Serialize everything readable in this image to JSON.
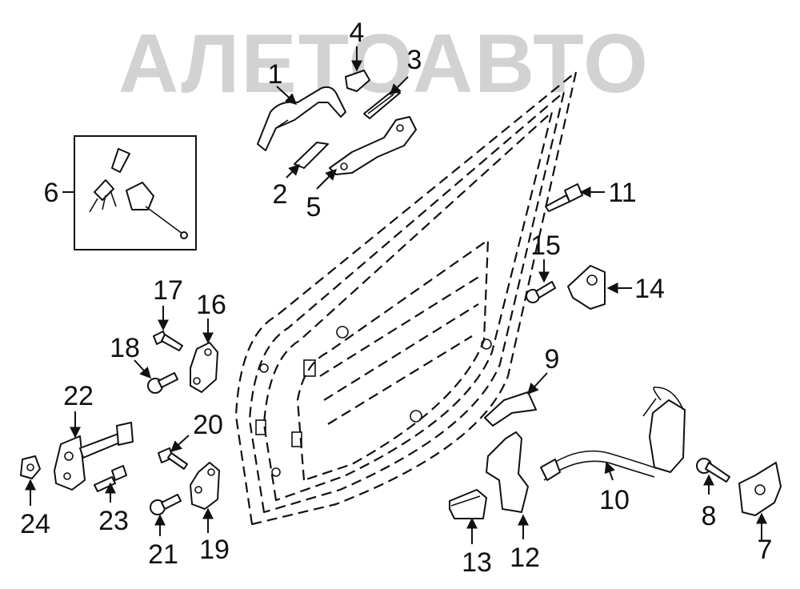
{
  "watermark": {
    "text": "АЛЕТОАВТО",
    "color": "#d2d2d2"
  },
  "callouts": [
    {
      "id": "1",
      "label": "1"
    },
    {
      "id": "2",
      "label": "2"
    },
    {
      "id": "3",
      "label": "3"
    },
    {
      "id": "4",
      "label": "4"
    },
    {
      "id": "5",
      "label": "5"
    },
    {
      "id": "6",
      "label": "6"
    },
    {
      "id": "7",
      "label": "7"
    },
    {
      "id": "8",
      "label": "8"
    },
    {
      "id": "9",
      "label": "9"
    },
    {
      "id": "10",
      "label": "10"
    },
    {
      "id": "11",
      "label": "11"
    },
    {
      "id": "12",
      "label": "12"
    },
    {
      "id": "13",
      "label": "13"
    },
    {
      "id": "14",
      "label": "14"
    },
    {
      "id": "15",
      "label": "15"
    },
    {
      "id": "16",
      "label": "16"
    },
    {
      "id": "17",
      "label": "17"
    },
    {
      "id": "18",
      "label": "18"
    },
    {
      "id": "19",
      "label": "19"
    },
    {
      "id": "20",
      "label": "20"
    },
    {
      "id": "21",
      "label": "21"
    },
    {
      "id": "22",
      "label": "22"
    },
    {
      "id": "23",
      "label": "23"
    },
    {
      "id": "24",
      "label": "24"
    }
  ]
}
